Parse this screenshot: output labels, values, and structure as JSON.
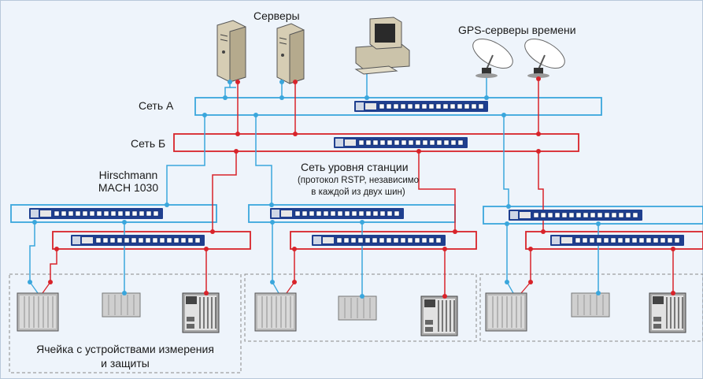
{
  "labels": {
    "servers": "Серверы",
    "gps": "GPS-серверы времени",
    "net_a": "Сеть А",
    "net_b": "Сеть Б",
    "switch_model_line1": "Hirschmann",
    "switch_model_line2": "MACH 1030",
    "station_net": "Сеть уровня станции",
    "station_note_line1": "(протокол RSTP, независимо",
    "station_note_line2": "в каждой из двух шин)",
    "cell_line1": "Ячейка с устройствами измерения",
    "cell_line2": "и защиты"
  },
  "colors": {
    "background": "#eef4fb",
    "net_a": "#3aa6dc",
    "net_b": "#d8232a",
    "switch_body": "#1f3f8f",
    "cell_border": "#8a8a8a"
  },
  "icons": [
    "server-icon",
    "workstation-icon",
    "gps-dish-icon",
    "switch-icon",
    "ied-rack-icon",
    "ied-panel-icon"
  ]
}
